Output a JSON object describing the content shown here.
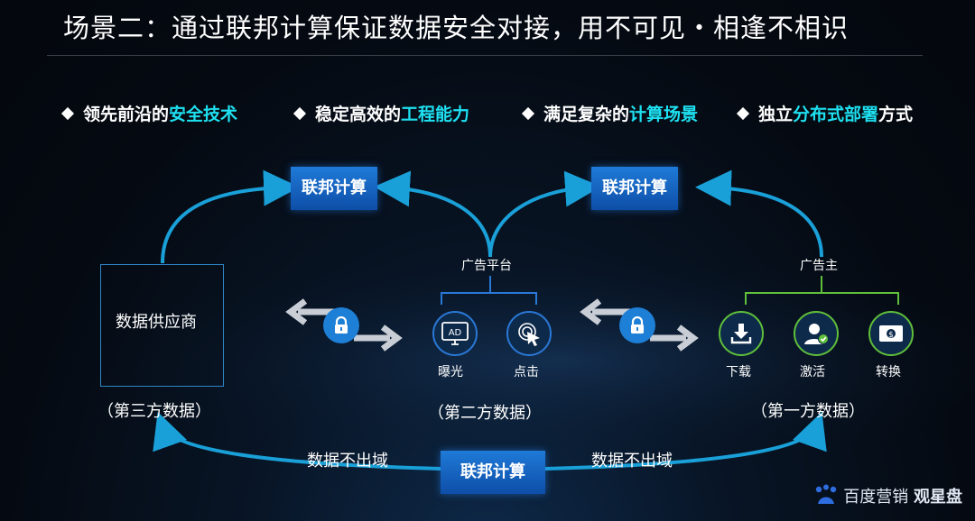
{
  "title": "场景二：通过联邦计算保证数据安全对接，用不可见・相逢不相识",
  "features": [
    {
      "prefix": "领先前沿的",
      "highlight": "安全技术",
      "suffix": ""
    },
    {
      "prefix": "稳定高效的",
      "highlight": "工程能力",
      "suffix": ""
    },
    {
      "prefix": "满足复杂的",
      "highlight": "计算场景",
      "suffix": ""
    },
    {
      "prefix": "独立",
      "highlight": "分布式部署",
      "suffix": "方式"
    }
  ],
  "fl_label": "联邦计算",
  "supplier": "数据供应商",
  "platform": "广告平台",
  "advertiser": "广告主",
  "platform_items": [
    "曝光",
    "点击"
  ],
  "advertiser_items": [
    "下载",
    "激活",
    "转换"
  ],
  "ad_icon_text": "AD",
  "data_party": {
    "third": "（第三方数据）",
    "second": "（第二方数据）",
    "first": "（第一方数据）"
  },
  "bottom_left": "数据不出域",
  "bottom_right": "数据不出域",
  "logo": {
    "brand": "百度营销",
    "product": "观星盘"
  },
  "colors": {
    "accent": "#1ee0f0",
    "arrow": "#1aa0d8",
    "green": "#5fbf3a",
    "box": "#1f7ad8"
  }
}
